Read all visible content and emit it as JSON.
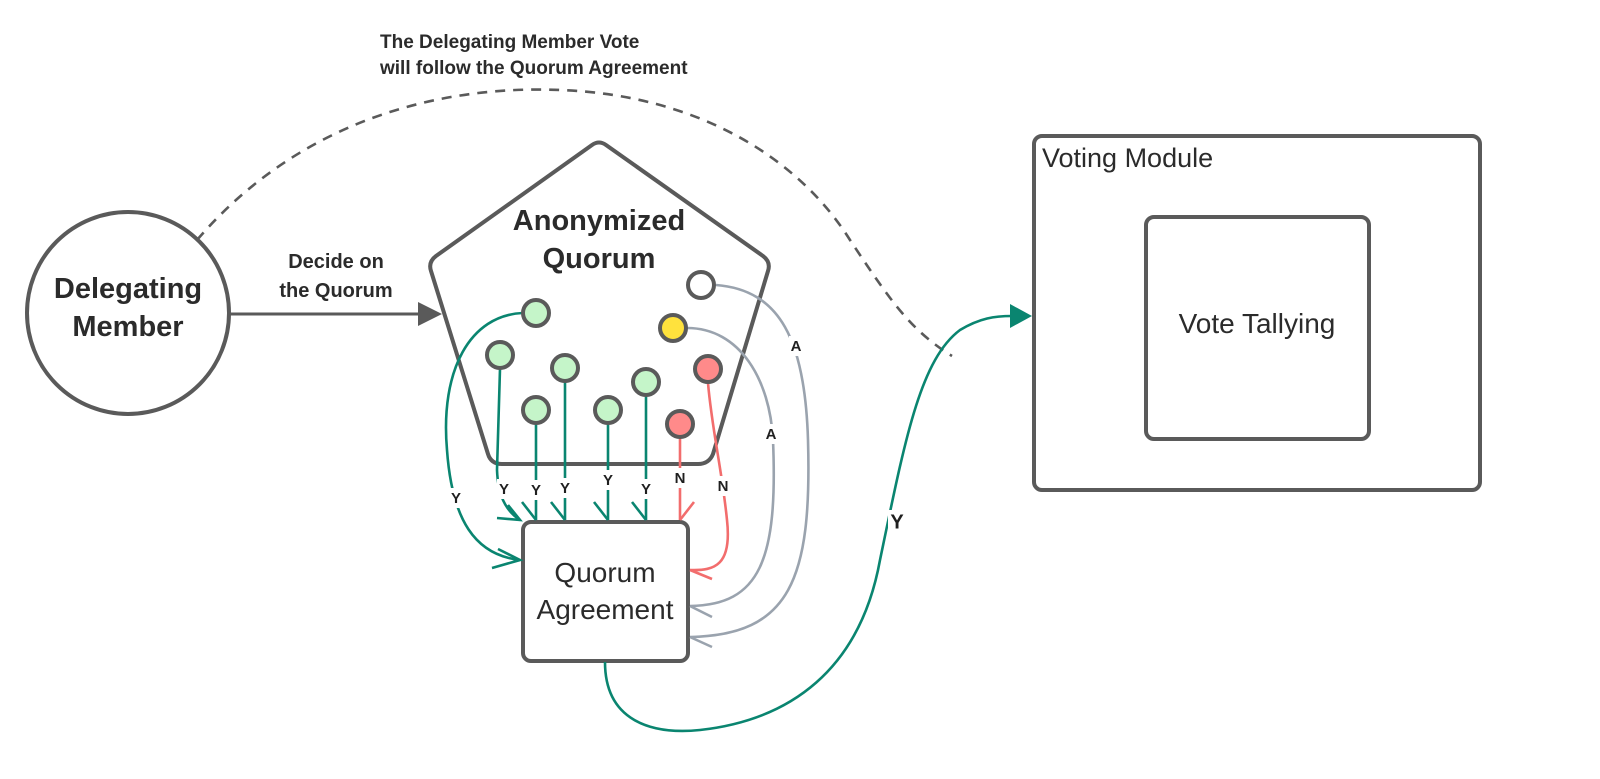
{
  "diagram": {
    "title_annotation": {
      "line1": "The Delegating Member Vote",
      "line2": "will follow the Quorum Agreement"
    },
    "nodes": {
      "delegating_member": {
        "line1": "Delegating",
        "line2": "Member",
        "shape": "circle"
      },
      "anonymized_quorum": {
        "line1": "Anonymized",
        "line2": "Quorum",
        "shape": "pentagon"
      },
      "quorum_agreement": {
        "line1": "Quorum",
        "line2": "Agreement",
        "shape": "rounded-rectangle"
      },
      "voting_module": {
        "label": "Voting Module",
        "shape": "container"
      },
      "vote_tallying": {
        "label": "Vote Tallying",
        "shape": "rounded-rectangle"
      }
    },
    "edges": {
      "decide_quorum": {
        "line1": "Decide on",
        "line2": "the Quorum",
        "from": "delegating_member",
        "to": "anonymized_quorum"
      },
      "follow_agreement": {
        "from": "delegating_member",
        "to": "voting_module",
        "style": "dashed"
      },
      "agreement_to_module": {
        "label": "Y",
        "from": "quorum_agreement",
        "to": "voting_module"
      }
    },
    "quorum_members": [
      {
        "id": "m1",
        "vote": "Y",
        "color": "#c5f5c9"
      },
      {
        "id": "m2",
        "vote": "Y",
        "color": "#c5f5c9"
      },
      {
        "id": "m3",
        "vote": "Y",
        "color": "#c5f5c9"
      },
      {
        "id": "m4",
        "vote": "Y",
        "color": "#c5f5c9"
      },
      {
        "id": "m5",
        "vote": "Y",
        "color": "#c5f5c9"
      },
      {
        "id": "m6",
        "vote": "Y",
        "color": "#c5f5c9"
      },
      {
        "id": "m7",
        "vote": "N",
        "color": "#ff8a8a"
      },
      {
        "id": "m8",
        "vote": "N",
        "color": "#ff8a8a"
      },
      {
        "id": "m9",
        "vote": "A",
        "color": "#ffe23d"
      },
      {
        "id": "m10",
        "vote": "A",
        "color": "#ffffff"
      }
    ],
    "vote_labels": {
      "yes": "Y",
      "no": "N",
      "abstain": "A"
    },
    "colors": {
      "yes": "#0a8570",
      "no": "#f26d6d",
      "abstain": "#9aa3ae",
      "outline": "#5a5a5a"
    }
  }
}
